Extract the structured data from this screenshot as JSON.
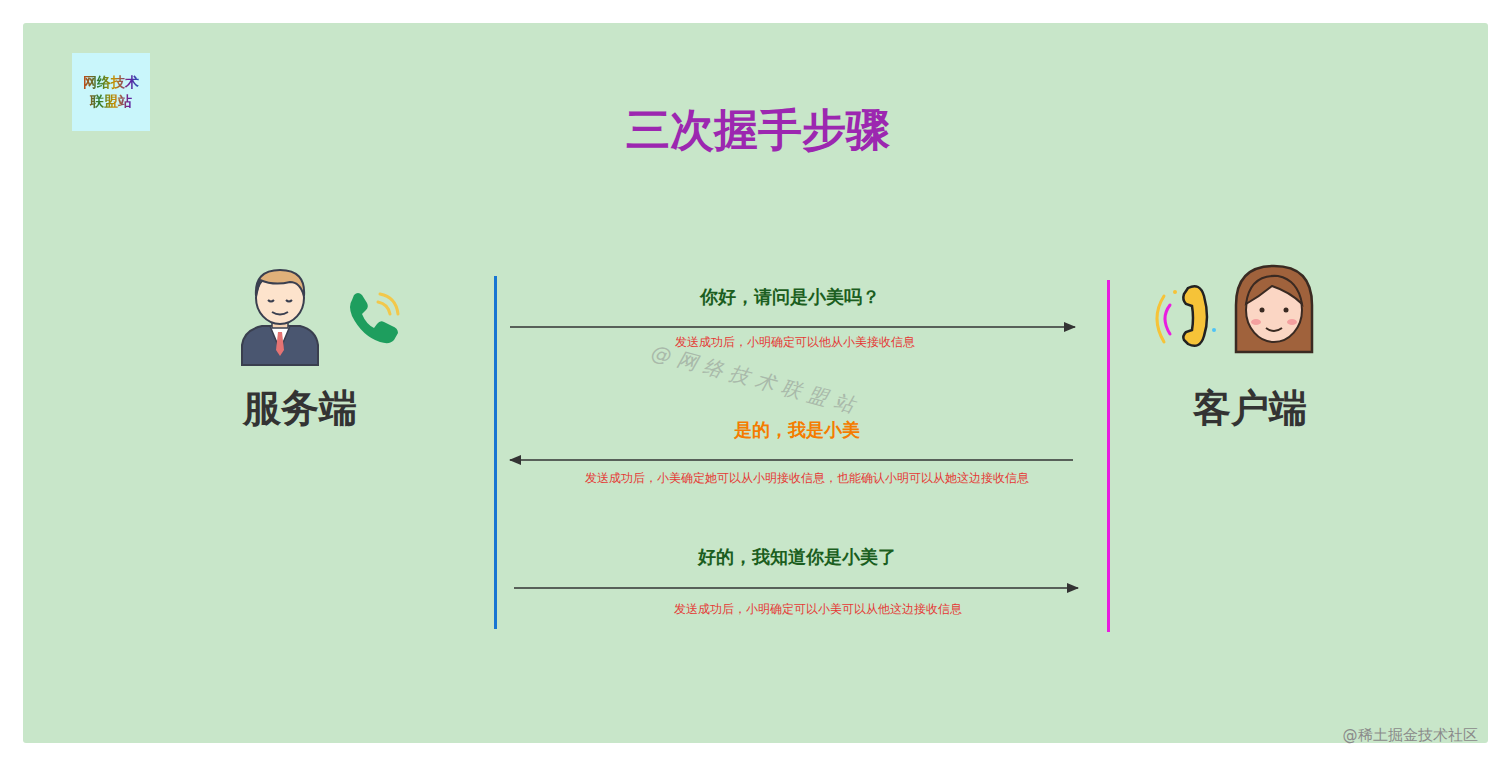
{
  "diagram": {
    "title": "三次握手步骤",
    "nodes": [
      {
        "text": [
          "网络技术 联盟站"
        ]
      },
      {
        "text": [
          "服务端"
        ]
      },
      {
        "text": [
          "客户端"
        ]
      }
    ],
    "edges": [
      {
        "from": 1,
        "to": 2,
        "arrow": "to",
        "label": "你好，请问是小美吗？"
      },
      {
        "from": 2,
        "to": 1,
        "arrow": "to",
        "label": "是的，我是小美"
      },
      {
        "from": 1,
        "to": 2,
        "arrow": "to",
        "label": "好的，我知道你是小美了"
      }
    ],
    "labels": [
      "发送成功后，小明确定可以他从小美接收信息",
      "发送成功后，小美确定她可以从小明接收信息，也能确认小明可以从她这边接收信息",
      "发送成功后，小明确定可以小美可以从他这边接收信息",
      "@网络技术联盟站",
      "@稀土掘金技术社区"
    ]
  }
}
